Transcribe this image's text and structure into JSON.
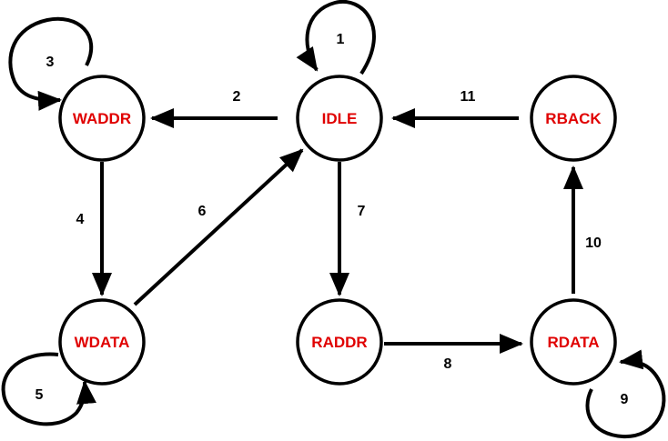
{
  "colors": {
    "state_text": "#e00000",
    "stroke": "#000000",
    "background": "#ffffff"
  },
  "states": {
    "idle": "IDLE",
    "waddr": "WADDR",
    "wdata": "WDATA",
    "raddr": "RADDR",
    "rdata": "RDATA",
    "rback": "RBACK"
  },
  "transitions": {
    "t1": "1",
    "t2": "2",
    "t3": "3",
    "t4": "4",
    "t5": "5",
    "t6": "6",
    "t7": "7",
    "t8": "8",
    "t9": "9",
    "t10": "10",
    "t11": "11"
  }
}
